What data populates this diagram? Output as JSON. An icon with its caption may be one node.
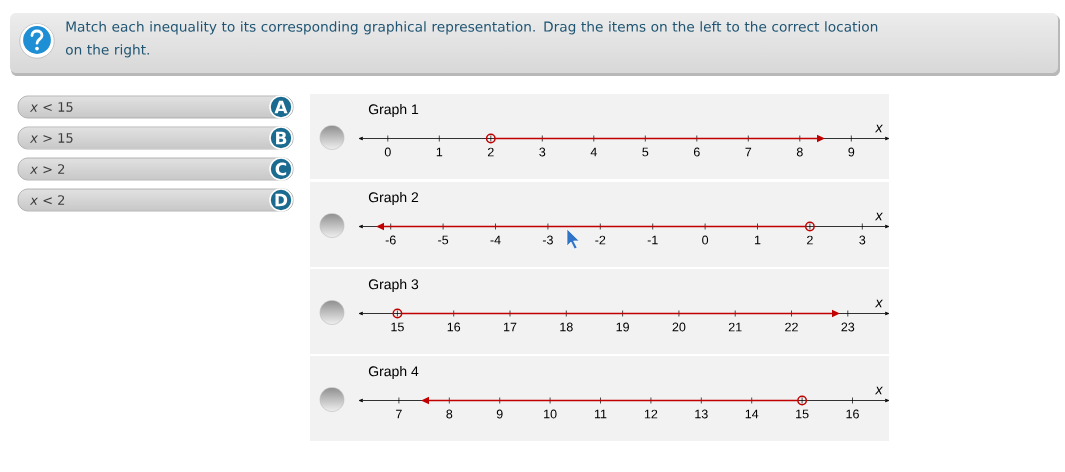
{
  "diagram": {
    "nodes": [
      {
        "text": [
          "Match each inequality to its corresponding graphical representation. Drag the items on the left to the correct location on the right."
        ]
      },
      {
        "text": [
          "*x* < 15"
        ]
      },
      {
        "text": [
          "A"
        ],
        "in": 1
      },
      {
        "text": [
          "*x* > 15"
        ]
      },
      {
        "text": [
          "B"
        ],
        "in": 3
      },
      {
        "text": [
          "*x* > 2"
        ]
      },
      {
        "text": [
          "C"
        ],
        "in": 5
      },
      {
        "text": [
          "*x* < 2"
        ]
      },
      {
        "text": [
          "D"
        ],
        "in": 7
      },
      {
        "text": [
          "Graph 1"
        ]
      },
      {
        "text": [
          "Graph 2"
        ]
      },
      {
        "text": [
          "Graph 3"
        ]
      },
      {
        "text": [
          "Graph 4"
        ]
      }
    ],
    "labels": [
      "x",
      "0",
      "1",
      "2",
      "3",
      "4",
      "5",
      "6",
      "7",
      "8",
      "9",
      "x",
      "-6",
      "-5",
      "-4",
      "-3",
      "-2",
      "-1",
      "0",
      "1",
      "2",
      "3",
      "x",
      "15",
      "16",
      "17",
      "18",
      "19",
      "20",
      "21",
      "22",
      "23",
      "x",
      "7",
      "8",
      "9",
      "10",
      "11",
      "12",
      "13",
      "14",
      "15",
      "16"
    ]
  }
}
